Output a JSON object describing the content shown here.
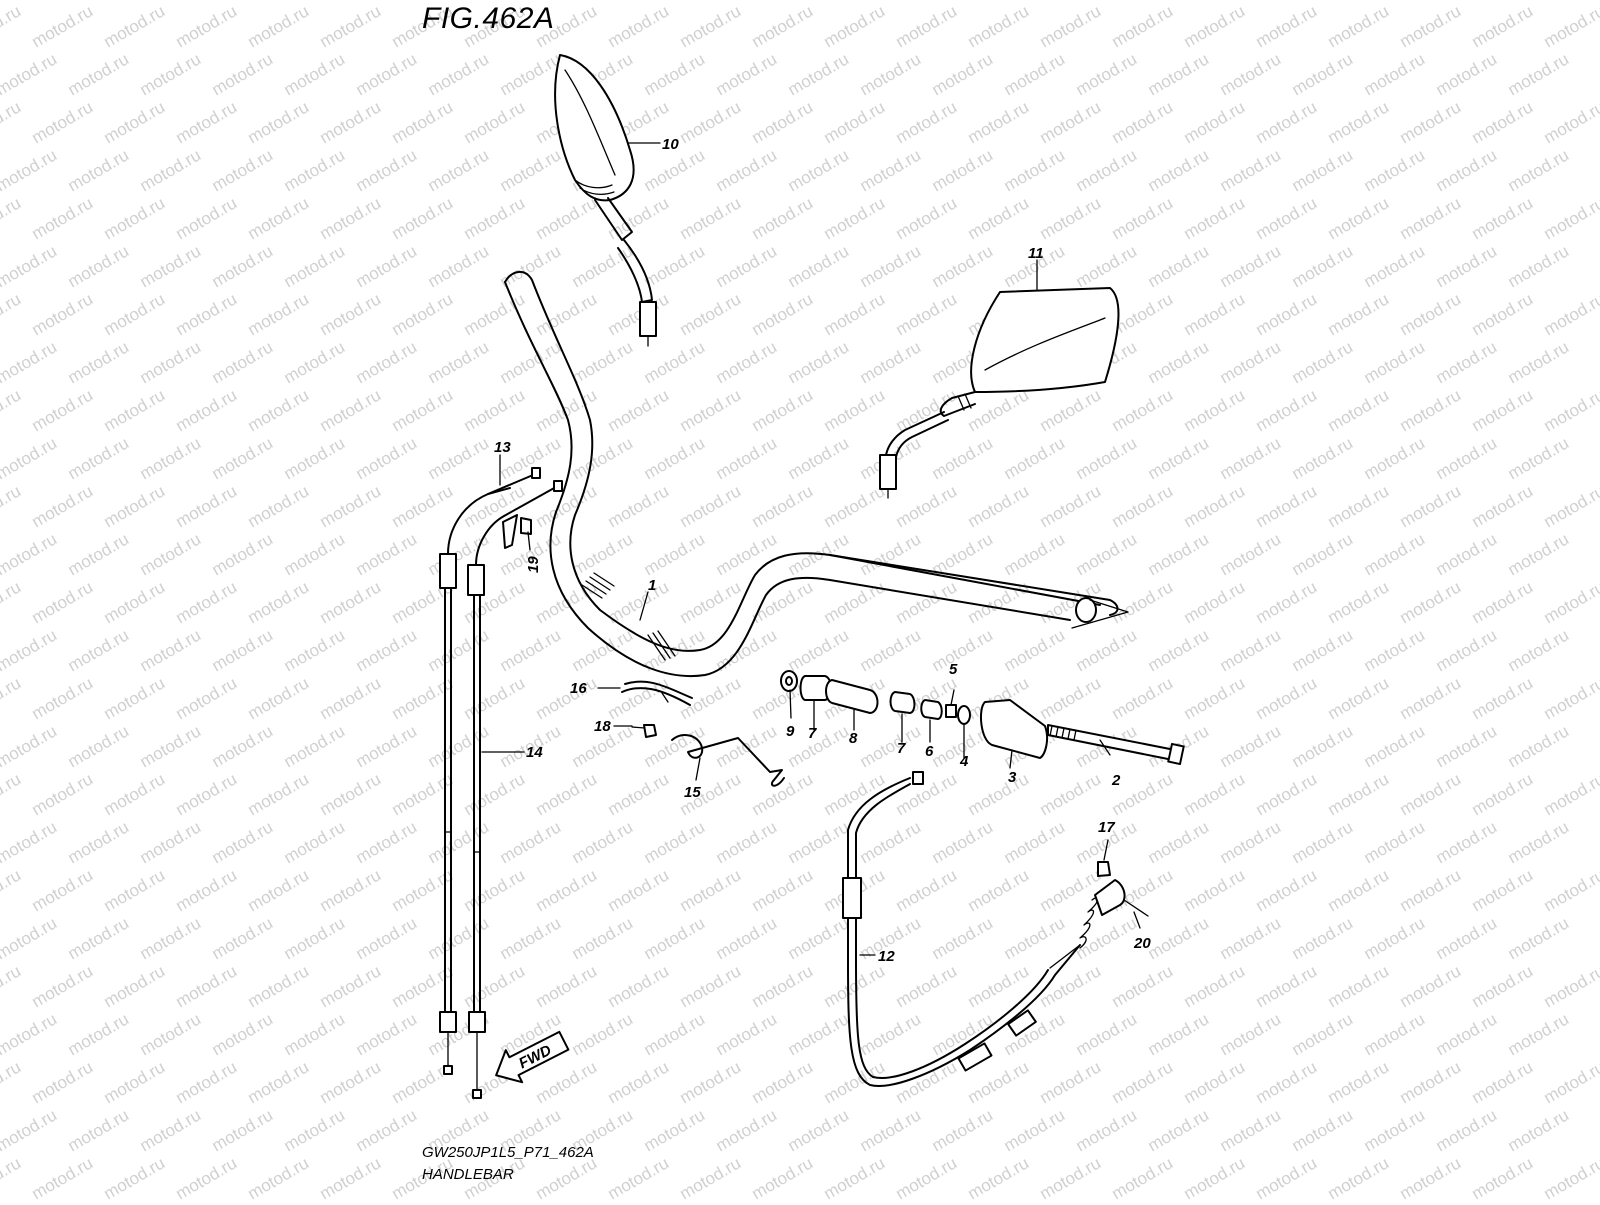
{
  "figure": {
    "title": "FIG.462A",
    "code": "GW250JP1L5_P71_462A",
    "name": "HANDLEBAR",
    "watermark": "motod.ru",
    "fwd_label": "FWD"
  },
  "callouts": [
    {
      "id": "handlebar",
      "number": "1"
    },
    {
      "id": "bolt",
      "number": "2"
    },
    {
      "id": "balancer-weight",
      "number": "3"
    },
    {
      "id": "washer",
      "number": "4"
    },
    {
      "id": "nut",
      "number": "5"
    },
    {
      "id": "spacer",
      "number": "6"
    },
    {
      "id": "rubber-left",
      "number": "7"
    },
    {
      "id": "rubber-right",
      "number": "7"
    },
    {
      "id": "balancer-pipe",
      "number": "8"
    },
    {
      "id": "clip",
      "number": "9"
    },
    {
      "id": "mirror-right",
      "number": "10"
    },
    {
      "id": "mirror-left",
      "number": "11"
    },
    {
      "id": "clutch-cable",
      "number": "12"
    },
    {
      "id": "throttle-cable-top",
      "number": "13"
    },
    {
      "id": "throttle-cable",
      "number": "14"
    },
    {
      "id": "clamp-wire",
      "number": "15"
    },
    {
      "id": "clamp",
      "number": "16"
    },
    {
      "id": "cap",
      "number": "17"
    },
    {
      "id": "screw",
      "number": "18"
    },
    {
      "id": "bolt-small",
      "number": "19"
    },
    {
      "id": "pin",
      "number": "20"
    }
  ]
}
